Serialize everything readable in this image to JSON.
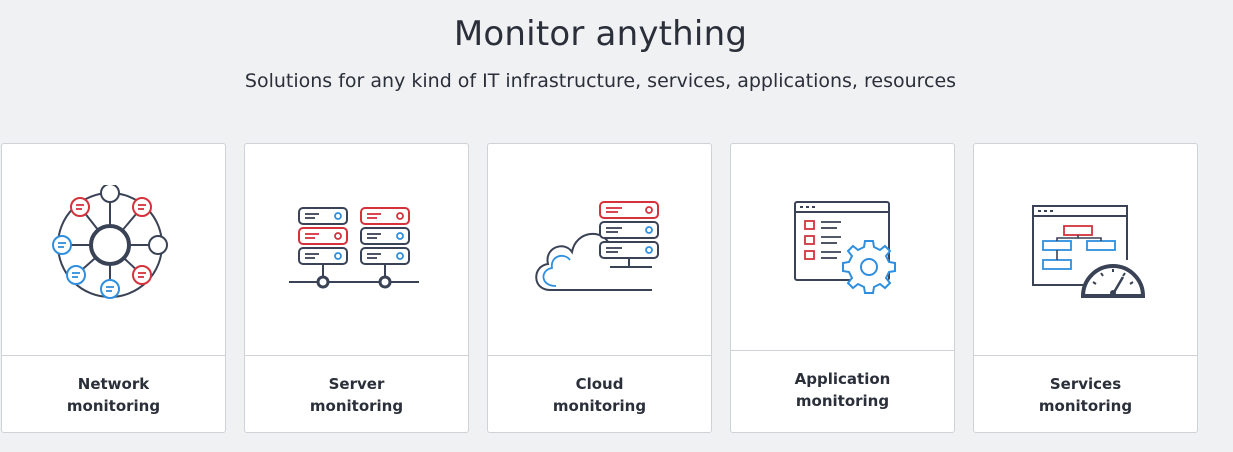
{
  "header": {
    "title": "Monitor anything",
    "subtitle": "Solutions for any kind of IT infrastructure, services, applications, resources"
  },
  "cards": [
    {
      "line1": "Network",
      "line2": "monitoring",
      "icon": "network-icon"
    },
    {
      "line1": "Server",
      "line2": "monitoring",
      "icon": "server-icon"
    },
    {
      "line1": "Cloud",
      "line2": "monitoring",
      "icon": "cloud-icon"
    },
    {
      "line1": "Application",
      "line2": "monitoring",
      "icon": "application-icon"
    },
    {
      "line1": "Services",
      "line2": "monitoring",
      "icon": "services-icon"
    }
  ],
  "colors": {
    "dark": "#3a4256",
    "red": "#d6323c",
    "blue": "#2f8fde",
    "background": "#f0f1f3"
  }
}
